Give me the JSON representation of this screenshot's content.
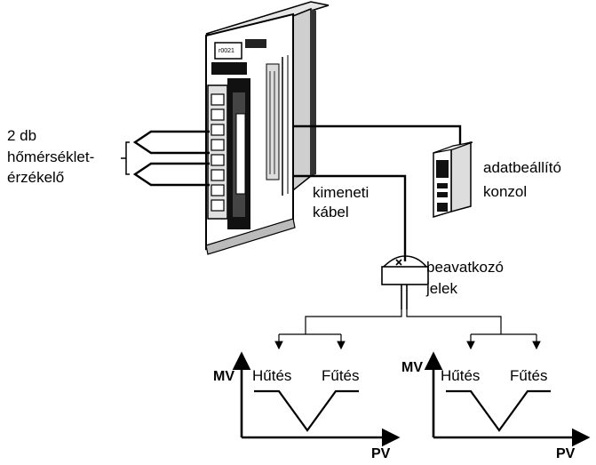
{
  "labels": {
    "sensors_line1": "2 db",
    "sensors_line2": "hőmérséklet-",
    "sensors_line3": "érzékelő",
    "cable_line1": "kimeneti",
    "cable_line2": "kábel",
    "console_line1": "adatbeállító",
    "console_line2": "konzol",
    "signals_line1": "beavatkozó",
    "signals_line2": "jelek"
  },
  "unit_display": "r0021",
  "graphs": [
    {
      "y_axis": "MV",
      "x_axis": "PV",
      "cooling": "Hűtés",
      "heating": "Fűtés"
    },
    {
      "y_axis": "MV",
      "x_axis": "PV",
      "cooling": "Hűtés",
      "heating": "Fűtés"
    }
  ]
}
